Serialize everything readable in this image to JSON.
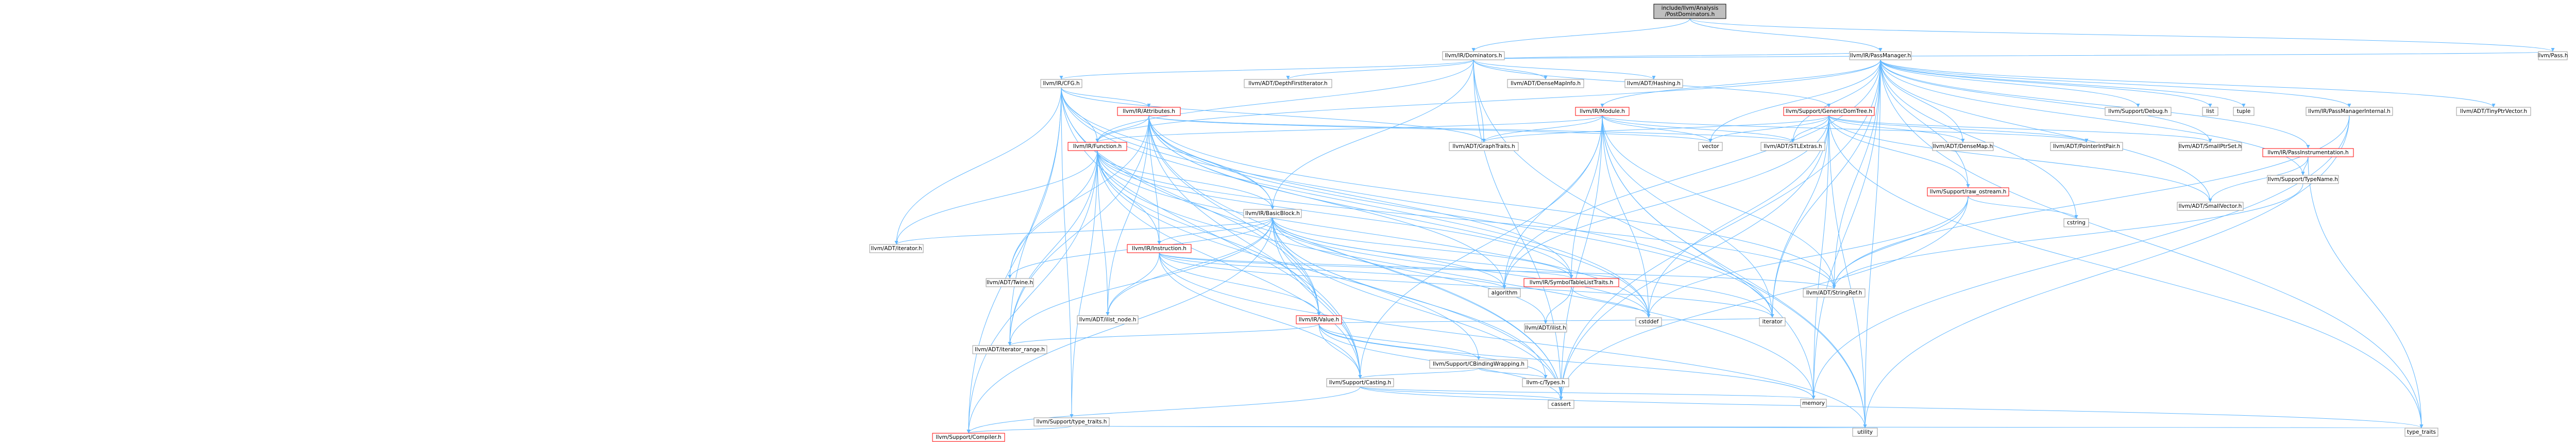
{
  "colors": {
    "edge": "#63b8ff",
    "node_border": "#999999",
    "node_border_highlight": "#ff0000",
    "root_fill": "#bfbfbf",
    "root_border": "#000000",
    "node_fill": "#ffffff",
    "text": "#000000"
  },
  "nodes": [
    {
      "id": "root",
      "label": "include/llvm/Analysis\n/PostDominators.h",
      "kind": "root"
    },
    {
      "id": "dom",
      "label": "llvm/IR/Dominators.h",
      "kind": "normal"
    },
    {
      "id": "pm",
      "label": "llvm/IR/PassManager.h",
      "kind": "normal"
    },
    {
      "id": "pass",
      "label": "llvm/Pass.h",
      "kind": "normal"
    },
    {
      "id": "dfi",
      "label": "llvm/ADT/DepthFirstIterator.h",
      "kind": "normal"
    },
    {
      "id": "cfg",
      "label": "llvm/IR/CFG.h",
      "kind": "normal"
    },
    {
      "id": "dmi",
      "label": "llvm/ADT/DenseMapInfo.h",
      "kind": "normal"
    },
    {
      "id": "hashing",
      "label": "llvm/ADT/Hashing.h",
      "kind": "normal"
    },
    {
      "id": "gdt",
      "label": "llvm/Support/GenericDomTree.h",
      "kind": "highlight"
    },
    {
      "id": "attr",
      "label": "llvm/IR/Attributes.h",
      "kind": "highlight"
    },
    {
      "id": "module",
      "label": "llvm/IR/Module.h",
      "kind": "highlight"
    },
    {
      "id": "debug",
      "label": "llvm/Support/Debug.h",
      "kind": "normal"
    },
    {
      "id": "list",
      "label": "list",
      "kind": "normal"
    },
    {
      "id": "tuple",
      "label": "tuple",
      "kind": "normal"
    },
    {
      "id": "pmi",
      "label": "llvm/IR/PassManagerInternal.h",
      "kind": "normal"
    },
    {
      "id": "tpv",
      "label": "llvm/ADT/TinyPtrVector.h",
      "kind": "normal"
    },
    {
      "id": "pinstr",
      "label": "llvm/IR/PassInstrumentation.h",
      "kind": "highlight"
    },
    {
      "id": "typename",
      "label": "llvm/Support/TypeName.h",
      "kind": "normal"
    },
    {
      "id": "function",
      "label": "llvm/IR/Function.h",
      "kind": "highlight"
    },
    {
      "id": "gtraits",
      "label": "llvm/ADT/GraphTraits.h",
      "kind": "normal"
    },
    {
      "id": "vector",
      "label": "vector",
      "kind": "normal"
    },
    {
      "id": "stlextras",
      "label": "llvm/ADT/STLExtras.h",
      "kind": "normal"
    },
    {
      "id": "densemap",
      "label": "llvm/ADT/DenseMap.h",
      "kind": "normal"
    },
    {
      "id": "pip",
      "label": "llvm/ADT/PointerIntPair.h",
      "kind": "normal"
    },
    {
      "id": "rawos",
      "label": "llvm/Support/raw_ostream.h",
      "kind": "highlight"
    },
    {
      "id": "sps",
      "label": "llvm/ADT/SmallPtrSet.h",
      "kind": "normal"
    },
    {
      "id": "cstring",
      "label": "cstring",
      "kind": "normal"
    },
    {
      "id": "smallvec",
      "label": "llvm/ADT/SmallVector.h",
      "kind": "normal"
    },
    {
      "id": "bb",
      "label": "llvm/IR/BasicBlock.h",
      "kind": "normal"
    },
    {
      "id": "iterator",
      "label": "llvm/ADT/iterator.h",
      "kind": "normal"
    },
    {
      "id": "twine",
      "label": "llvm/ADT/Twine.h",
      "kind": "normal"
    },
    {
      "id": "instruction",
      "label": "llvm/IR/Instruction.h",
      "kind": "highlight"
    },
    {
      "id": "symtab",
      "label": "llvm/IR/SymbolTableListTraits.h",
      "kind": "highlight"
    },
    {
      "id": "algorithm",
      "label": "algorithm",
      "kind": "normal"
    },
    {
      "id": "stringref",
      "label": "llvm/ADT/StringRef.h",
      "kind": "normal"
    },
    {
      "id": "ilistnode",
      "label": "llvm/ADT/ilist_node.h",
      "kind": "normal"
    },
    {
      "id": "value",
      "label": "llvm/IR/Value.h",
      "kind": "highlight"
    },
    {
      "id": "ilist",
      "label": "llvm/ADT/ilist.h",
      "kind": "normal"
    },
    {
      "id": "cstddef",
      "label": "cstddef",
      "kind": "normal"
    },
    {
      "id": "iteratorstd",
      "label": "iterator",
      "kind": "normal"
    },
    {
      "id": "itrange",
      "label": "llvm/ADT/iterator_range.h",
      "kind": "normal"
    },
    {
      "id": "cbw",
      "label": "llvm/Support/CBindingWrapping.h",
      "kind": "normal"
    },
    {
      "id": "casting",
      "label": "llvm/Support/Casting.h",
      "kind": "normal"
    },
    {
      "id": "ctypes",
      "label": "llvm-c/Types.h",
      "kind": "normal"
    },
    {
      "id": "typetraits",
      "label": "llvm/Support/type_traits.h",
      "kind": "normal"
    },
    {
      "id": "cassert",
      "label": "cassert",
      "kind": "normal"
    },
    {
      "id": "memory",
      "label": "memory",
      "kind": "normal"
    },
    {
      "id": "compiler",
      "label": "llvm/Support/Compiler.h",
      "kind": "highlight"
    },
    {
      "id": "utility",
      "label": "utility",
      "kind": "normal"
    },
    {
      "id": "type_traits",
      "label": "type_traits",
      "kind": "normal"
    }
  ],
  "edges": [
    [
      "root",
      "dom"
    ],
    [
      "root",
      "pm"
    ],
    [
      "root",
      "pass"
    ],
    [
      "dom",
      "dfi"
    ],
    [
      "dom",
      "cfg"
    ],
    [
      "dom",
      "dmi"
    ],
    [
      "dom",
      "hashing"
    ],
    [
      "dom",
      "gdt"
    ],
    [
      "dom",
      "pm"
    ],
    [
      "dom",
      "pass"
    ],
    [
      "dom",
      "bb"
    ],
    [
      "dom",
      "function"
    ],
    [
      "dom",
      "gtraits"
    ],
    [
      "dom",
      "cassert"
    ],
    [
      "dom",
      "utility"
    ],
    [
      "pm",
      "module"
    ],
    [
      "pm",
      "debug"
    ],
    [
      "pm",
      "list"
    ],
    [
      "pm",
      "tuple"
    ],
    [
      "pm",
      "pmi"
    ],
    [
      "pm",
      "tpv"
    ],
    [
      "pm",
      "pinstr"
    ],
    [
      "pm",
      "typename"
    ],
    [
      "pm",
      "function"
    ],
    [
      "pm",
      "vector"
    ],
    [
      "pm",
      "stlextras"
    ],
    [
      "pm",
      "densemap"
    ],
    [
      "pm",
      "sps"
    ],
    [
      "pm",
      "smallvec"
    ],
    [
      "pm",
      "stringref"
    ],
    [
      "pm",
      "rawos"
    ],
    [
      "pm",
      "algorithm"
    ],
    [
      "pm",
      "cassert"
    ],
    [
      "pm",
      "cstring"
    ],
    [
      "pm",
      "iteratorstd"
    ],
    [
      "pm",
      "memory"
    ],
    [
      "pm",
      "type_traits"
    ],
    [
      "pm",
      "utility"
    ],
    [
      "cfg",
      "gtraits"
    ],
    [
      "cfg",
      "iterator"
    ],
    [
      "cfg",
      "itrange"
    ],
    [
      "cfg",
      "bb"
    ],
    [
      "cfg",
      "function"
    ],
    [
      "cfg",
      "value"
    ],
    [
      "cfg",
      "casting"
    ],
    [
      "cfg",
      "cassert"
    ],
    [
      "cfg",
      "cstddef"
    ],
    [
      "cfg",
      "iteratorstd"
    ],
    [
      "cfg",
      "attr"
    ],
    [
      "cfg",
      "compiler"
    ],
    [
      "cfg",
      "typetraits"
    ],
    [
      "attr",
      "function"
    ],
    [
      "attr",
      "stlextras"
    ],
    [
      "attr",
      "stringref"
    ],
    [
      "attr",
      "vector"
    ],
    [
      "attr",
      "itrange"
    ],
    [
      "attr",
      "casting"
    ],
    [
      "attr",
      "bb"
    ],
    [
      "attr",
      "instruction"
    ],
    [
      "attr",
      "value"
    ],
    [
      "attr",
      "twine"
    ],
    [
      "attr",
      "ilistnode"
    ],
    [
      "attr",
      "symtab"
    ],
    [
      "attr",
      "cassert"
    ],
    [
      "attr",
      "algorithm"
    ],
    [
      "attr",
      "iteratorstd"
    ],
    [
      "attr",
      "cstddef"
    ],
    [
      "module",
      "function"
    ],
    [
      "module",
      "stlextras"
    ],
    [
      "module",
      "stringref"
    ],
    [
      "module",
      "gtraits"
    ],
    [
      "module",
      "pip"
    ],
    [
      "module",
      "vector"
    ],
    [
      "module",
      "symtab"
    ],
    [
      "module",
      "casting"
    ],
    [
      "module",
      "cassert"
    ],
    [
      "module",
      "cstddef"
    ],
    [
      "module",
      "iteratorstd"
    ],
    [
      "module",
      "memory"
    ],
    [
      "module",
      "algorithm"
    ],
    [
      "module",
      "utility"
    ],
    [
      "gdt",
      "vector"
    ],
    [
      "gdt",
      "stlextras"
    ],
    [
      "gdt",
      "densemap"
    ],
    [
      "gdt",
      "gtraits"
    ],
    [
      "gdt",
      "pip"
    ],
    [
      "gdt",
      "sps"
    ],
    [
      "gdt",
      "smallvec"
    ],
    [
      "gdt",
      "rawos"
    ],
    [
      "gdt",
      "algorithm"
    ],
    [
      "gdt",
      "cassert"
    ],
    [
      "gdt",
      "cstddef"
    ],
    [
      "gdt",
      "iteratorstd"
    ],
    [
      "gdt",
      "memory"
    ],
    [
      "gdt",
      "type_traits"
    ],
    [
      "gdt",
      "utility"
    ],
    [
      "pmi",
      "stringref"
    ],
    [
      "pmi",
      "memory"
    ],
    [
      "pmi",
      "utility"
    ],
    [
      "pinstr",
      "typename"
    ],
    [
      "pinstr",
      "smallvec"
    ],
    [
      "pinstr",
      "type_traits"
    ],
    [
      "typename",
      "stringref"
    ],
    [
      "rawos",
      "stringref"
    ],
    [
      "rawos",
      "cassert"
    ],
    [
      "rawos",
      "cstddef"
    ],
    [
      "rawos",
      "cstring"
    ],
    [
      "function",
      "bb"
    ],
    [
      "function",
      "iterator"
    ],
    [
      "function",
      "twine"
    ],
    [
      "function",
      "ilistnode"
    ],
    [
      "function",
      "itrange"
    ],
    [
      "function",
      "stringref"
    ],
    [
      "function",
      "symtab"
    ],
    [
      "function",
      "value"
    ],
    [
      "function",
      "casting"
    ],
    [
      "function",
      "compiler"
    ],
    [
      "function",
      "cassert"
    ],
    [
      "function",
      "cstddef"
    ],
    [
      "function",
      "memory"
    ],
    [
      "function",
      "typetraits"
    ],
    [
      "function",
      "instruction"
    ],
    [
      "bb",
      "twine"
    ],
    [
      "bb",
      "ilist"
    ],
    [
      "bb",
      "ilistnode"
    ],
    [
      "bb",
      "iterator"
    ],
    [
      "bb",
      "itrange"
    ],
    [
      "bb",
      "symtab"
    ],
    [
      "bb",
      "instruction"
    ],
    [
      "bb",
      "value"
    ],
    [
      "bb",
      "cbw"
    ],
    [
      "bb",
      "casting"
    ],
    [
      "bb",
      "compiler"
    ],
    [
      "bb",
      "ctypes"
    ],
    [
      "bb",
      "cassert"
    ],
    [
      "bb",
      "cstddef"
    ],
    [
      "bb",
      "iteratorstd"
    ],
    [
      "bb",
      "algorithm"
    ],
    [
      "instruction",
      "ilistnode"
    ],
    [
      "instruction",
      "stringref"
    ],
    [
      "instruction",
      "symtab"
    ],
    [
      "instruction",
      "value"
    ],
    [
      "instruction",
      "casting"
    ],
    [
      "instruction",
      "cstdint_dummy"
    ],
    [
      "instruction",
      "utility"
    ],
    [
      "instruction",
      "iteratorstd"
    ],
    [
      "instruction",
      "algorithm"
    ],
    [
      "symtab",
      "ilist"
    ],
    [
      "symtab",
      "cstddef"
    ],
    [
      "value",
      "itrange"
    ],
    [
      "value",
      "cbw"
    ],
    [
      "value",
      "casting"
    ],
    [
      "value",
      "ctypes"
    ],
    [
      "value",
      "cassert"
    ],
    [
      "value",
      "iteratorstd"
    ],
    [
      "value",
      "memory"
    ],
    [
      "cbw",
      "casting"
    ],
    [
      "cbw",
      "ctypes"
    ],
    [
      "casting",
      "cassert"
    ],
    [
      "casting",
      "memory"
    ],
    [
      "casting",
      "compiler"
    ],
    [
      "casting",
      "type_traits"
    ],
    [
      "typetraits",
      "compiler"
    ],
    [
      "typetraits",
      "utility"
    ],
    [
      "typetraits",
      "type_traits"
    ]
  ]
}
